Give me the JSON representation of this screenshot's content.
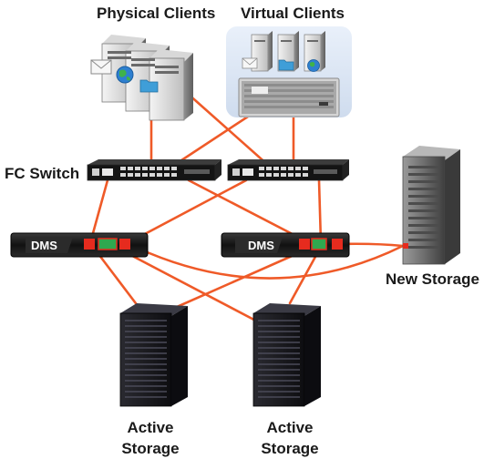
{
  "labels": {
    "physical_clients": "Physical Clients",
    "virtual_clients": "Virtual Clients",
    "fc_switch": "FC Switch",
    "new_storage": "New Storage",
    "active_storage_1_line1": "Active",
    "active_storage_1_line2": "Storage",
    "active_storage_2_line1": "Active",
    "active_storage_2_line2": "Storage",
    "dms_1": "DMS",
    "dms_2": "DMS"
  },
  "colors": {
    "cable": "#ef5a28",
    "rack_body": "#1b1b1f",
    "switch_body": "#141414",
    "virtual_panel": "#dce8f6",
    "port_red": "#e62b1e",
    "port_green": "#2fa84f"
  },
  "icons": {
    "physical_clients": "server-tower-cluster-icon",
    "virtual_clients": "virtual-server-panel-icon",
    "fc_switch": "network-switch-icon",
    "dms": "dms-appliance-icon",
    "new_storage": "storage-tower-icon",
    "active_storage": "storage-rack-icon"
  }
}
